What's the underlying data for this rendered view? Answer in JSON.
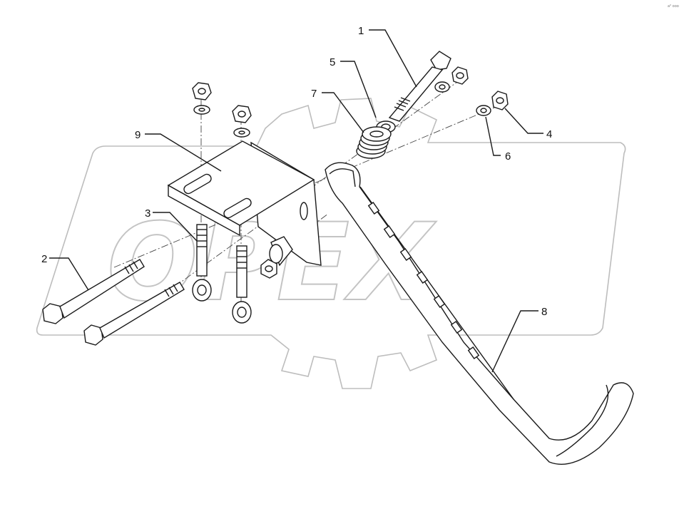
{
  "watermark": {
    "text": "OPEX"
  },
  "corner_code": "a⁰ ooo",
  "callouts": [
    {
      "id": "c1",
      "label": "1"
    },
    {
      "id": "c2",
      "label": "2"
    },
    {
      "id": "c3",
      "label": "3"
    },
    {
      "id": "c4",
      "label": "4"
    },
    {
      "id": "c5",
      "label": "5"
    },
    {
      "id": "c6",
      "label": "6"
    },
    {
      "id": "c7",
      "label": "7"
    },
    {
      "id": "c8",
      "label": "8"
    },
    {
      "id": "c9",
      "label": "9"
    }
  ],
  "colors": {
    "line": "#1a1a1a",
    "watermark": "#c4c4c4",
    "background": "#ffffff"
  }
}
